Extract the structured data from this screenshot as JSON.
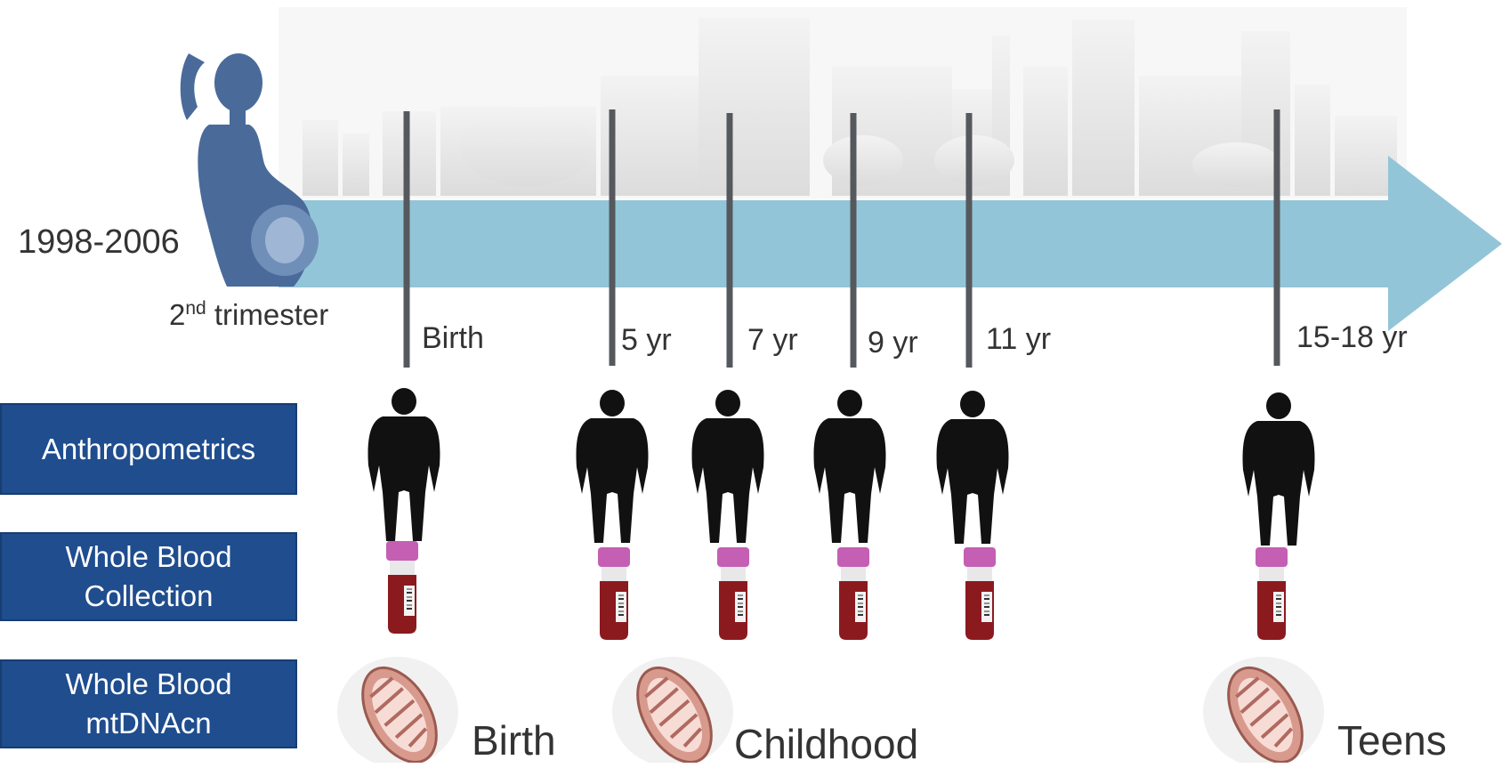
{
  "timeline": {
    "start_label": "1998-2006",
    "trimester_prefix": "2",
    "trimester_sup": "nd",
    "trimester_suffix": " trimester",
    "timepoints": [
      {
        "label": "Birth",
        "anthropometrics": true,
        "blood": true
      },
      {
        "label": "5 yr",
        "anthropometrics": true,
        "blood": true
      },
      {
        "label": "7 yr",
        "anthropometrics": true,
        "blood": true
      },
      {
        "label": "9 yr",
        "anthropometrics": true,
        "blood": true
      },
      {
        "label": "11 yr",
        "anthropometrics": true,
        "blood": true
      },
      {
        "label": "15-18 yr",
        "anthropometrics": true,
        "blood": true
      }
    ]
  },
  "rows": {
    "anthropometrics": "Anthropometrics",
    "blood_collection_line1": "Whole Blood",
    "blood_collection_line2": "Collection",
    "mtdna_line1": "Whole Blood",
    "mtdna_line2": "mtDNAcn"
  },
  "eras": {
    "birth": "Birth",
    "childhood": "Childhood",
    "teens": "Teens"
  },
  "colors": {
    "arrow": "#93c5d8",
    "city": "#e4e4e4",
    "label_box": "#1f4d8e",
    "mother": "#4a6b9a",
    "tube_cap": "#c45fb4",
    "tube_blood": "#8b1a1f",
    "mito": "#d99a8e"
  }
}
